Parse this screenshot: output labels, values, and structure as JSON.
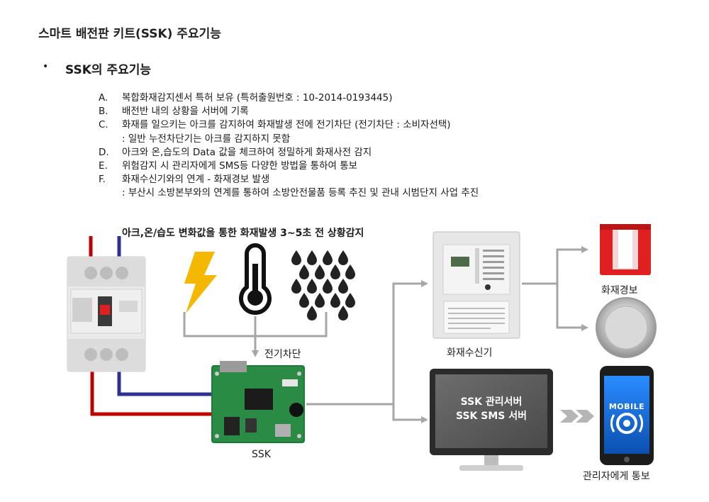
{
  "title": "스마트 배전판 키트(SSK) 주요기능",
  "section": {
    "bullet": "•",
    "heading": "SSK의 주요기능"
  },
  "features": [
    {
      "letter": "A.",
      "text": "복합화재감지센서 특허 보유 (특허출원번호 : 10-2014-0193445)"
    },
    {
      "letter": "B.",
      "text": "배전반 내의 상황을 서버에 기록"
    },
    {
      "letter": "C.",
      "text": "화재를 일으키는 아크를 감지하여 화재발생 전에 전기차단 (전기차단 : 소비자선택)",
      "sub": ": 일반 누전차단기는 아크를 감지하지 못함"
    },
    {
      "letter": "D.",
      "text": "아크와 온,습도의 Data 값을 체크하여 정밀하게 화재사전 감지"
    },
    {
      "letter": "E.",
      "text": "위험감지 시 관리자에게 SMS등 다양한 방법을 통하여 통보"
    },
    {
      "letter": "F.",
      "text": "화재수신기와의 연계 - 화재경보 발생",
      "sub": ": 부산시 소방본부와의 연계를 통하여 소방안전물품 등록 추진 및 관내 시범단지 사업 추진"
    }
  ],
  "diagram": {
    "banner": "아크,온/습도 변화값을 통한 화재발생 3~5초 전 상황감지",
    "cutoff_label": "전기차단",
    "ssk_label": "SSK",
    "receiver_label": "화재수신기",
    "alarm_label": "화재경보",
    "server_line1": "SSK 관리서버",
    "server_line2": "SSK SMS 서버",
    "mobile_label": "MOBILE",
    "notify_label": "관리자에게 통보",
    "colors": {
      "arrow": "#a6a6a6",
      "wire_red": "#c00000",
      "wire_blue": "#2e3192",
      "bolt": "#f5b800",
      "alarm_red": "#e02020",
      "phone_blue": "#1a73e8"
    }
  }
}
